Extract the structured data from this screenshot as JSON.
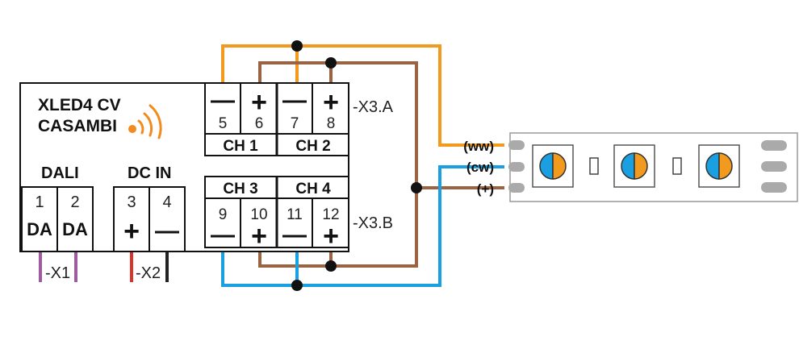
{
  "device": {
    "name_line1": "XLED4 CV",
    "name_line2": "CASAMBI"
  },
  "dali": {
    "title": "DALI",
    "terminals": [
      {
        "num": "1",
        "mark": "DA"
      },
      {
        "num": "2",
        "mark": "DA"
      }
    ],
    "connector": "-X1"
  },
  "dc_in": {
    "title": "DC IN",
    "terminals": [
      {
        "num": "3",
        "mark": "+"
      },
      {
        "num": "4",
        "mark": "—"
      }
    ],
    "connector": "-X2"
  },
  "x3a": {
    "connector": "-X3.A",
    "terminals": [
      {
        "num": "5",
        "mark": "—"
      },
      {
        "num": "6",
        "mark": "+"
      },
      {
        "num": "7",
        "mark": "—"
      },
      {
        "num": "8",
        "mark": "+"
      }
    ],
    "channels": [
      "CH 1",
      "CH 2"
    ]
  },
  "x3b": {
    "connector": "-X3.B",
    "terminals": [
      {
        "num": "9",
        "mark": "—"
      },
      {
        "num": "10",
        "mark": "+"
      },
      {
        "num": "11",
        "mark": "—"
      },
      {
        "num": "12",
        "mark": "+"
      }
    ],
    "channels": [
      "CH 3",
      "CH 4"
    ]
  },
  "strip": {
    "inputs": [
      "(ww)",
      "(cw)",
      "(+)"
    ]
  },
  "colors": {
    "orange": "#f29a1e",
    "brown": "#9a6443",
    "blue": "#1a9fe0",
    "dali_wire": "#a05aa0",
    "dcin_plus": "#d9342b",
    "dcin_minus": "#222222",
    "wifi": "#f28a1e"
  },
  "icons": [
    "wifi-icon",
    "led-chip-icon",
    "resistor-icon"
  ]
}
